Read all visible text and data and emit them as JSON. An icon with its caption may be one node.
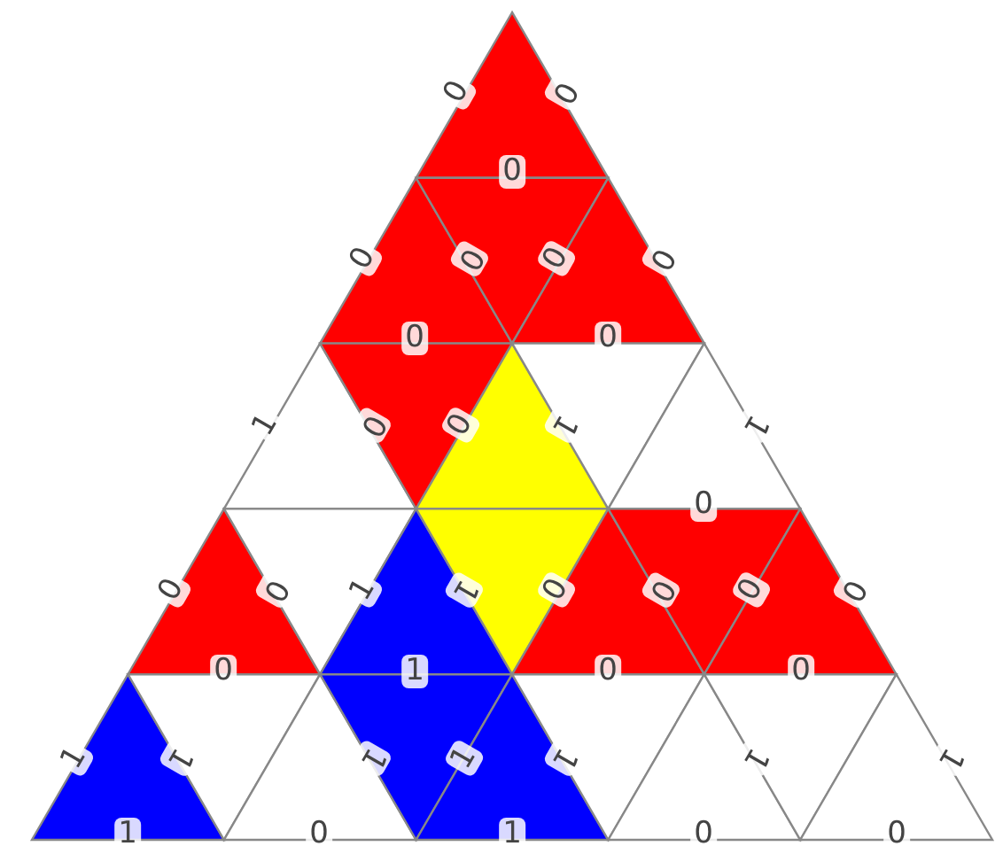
{
  "diagram": {
    "labels": [
      "0",
      "0",
      "0",
      "0",
      "0",
      "0",
      "0",
      "0",
      "0",
      "1",
      "0",
      "0",
      "1",
      "1",
      "0",
      "0",
      "0",
      "1",
      "1",
      "0",
      "0",
      "0",
      "0",
      "0",
      "1",
      "0",
      "0",
      "1",
      "1",
      "1",
      "1",
      "1",
      "1",
      "1",
      "1",
      "0",
      "1",
      "0",
      "0"
    ]
  }
}
